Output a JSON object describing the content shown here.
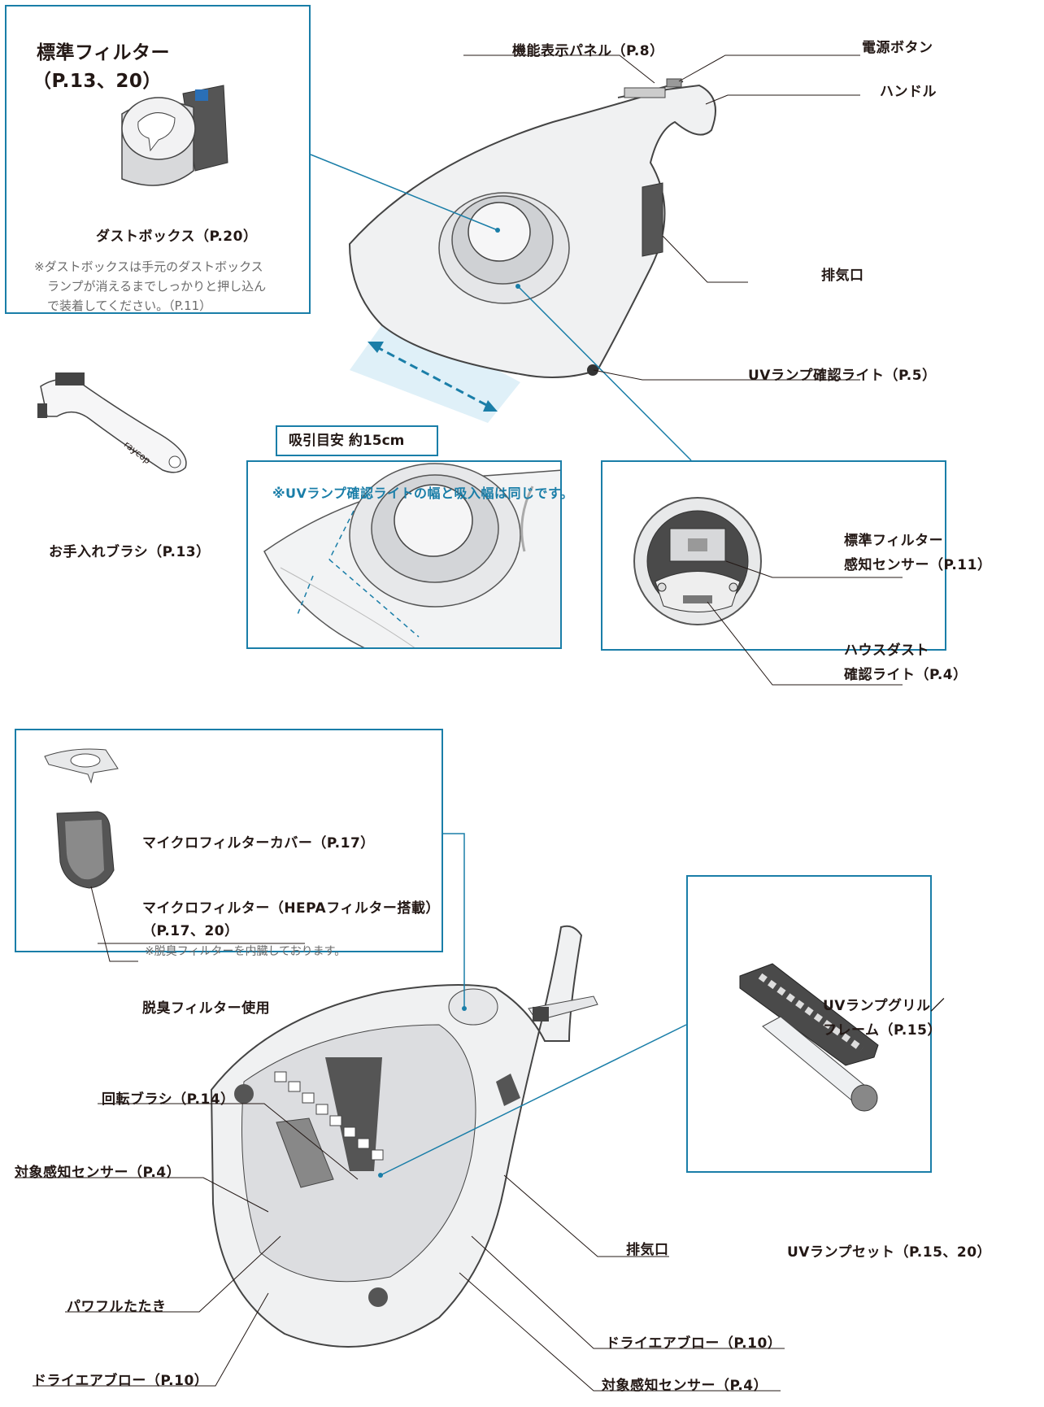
{
  "colors": {
    "accent": "#1a7ea8",
    "text": "#231815",
    "note": "#6b6b6b"
  },
  "top_left_box": {
    "title_line1": "標準フィルター",
    "title_line2": "（P.13、20）",
    "dustbox_label": "ダストボックス（P.20）",
    "dustbox_note_line1": "※ダストボックスは手元のダストボックス",
    "dustbox_note_line2": "ランプが消えるまでしっかりと押し込ん",
    "dustbox_note_line3": "で装着してください。（P.11）"
  },
  "top_labels": {
    "panel": "機能表示パネル（P.8）",
    "power": "電源ボタン",
    "handle": "ハンドル",
    "exhaust": "排気口",
    "uv_light": "UVランプ確認ライト（P.5）"
  },
  "brush_label": "お手入れブラシ（P.13）",
  "brush_logo": "raycop",
  "suction_label": "吸引目安 約15cm",
  "uv_note": "※UVランプ確認ライトの幅と吸入幅は同じです。",
  "sensor_box": {
    "filter_sensor_line1": "標準フィルター",
    "filter_sensor_line2": "感知センサー（P.11）",
    "house_dust_line1": "ハウスダスト",
    "house_dust_line2": "確認ライト（P.4）"
  },
  "micro_box": {
    "cover_label": "マイクロフィルターカバー（P.17）",
    "filter_label_line1": "マイクロフィルター（HEPAフィルター搭載）",
    "filter_label_line2": "（P.17、20）",
    "filter_note": "※脱臭フィルターを内臓しております。",
    "deodor_label": "脱臭フィルター使用"
  },
  "uv_box": {
    "grill_line1": "UVランプグリル／",
    "grill_line2": "フレーム（P.15）",
    "set_label": "UVランプセット（P.15、20）"
  },
  "bottom_labels": {
    "rotary_brush": "回転ブラシ（P.14）",
    "target_sensor_left": "対象感知センサー（P.4）",
    "powerful_tapping": "パワフルたたき",
    "dry_air_left": "ドライエアブロー（P.10）",
    "exhaust": "排気口",
    "dry_air_right": "ドライエアブロー（P.10）",
    "target_sensor_right": "対象感知センサー（P.4）"
  }
}
